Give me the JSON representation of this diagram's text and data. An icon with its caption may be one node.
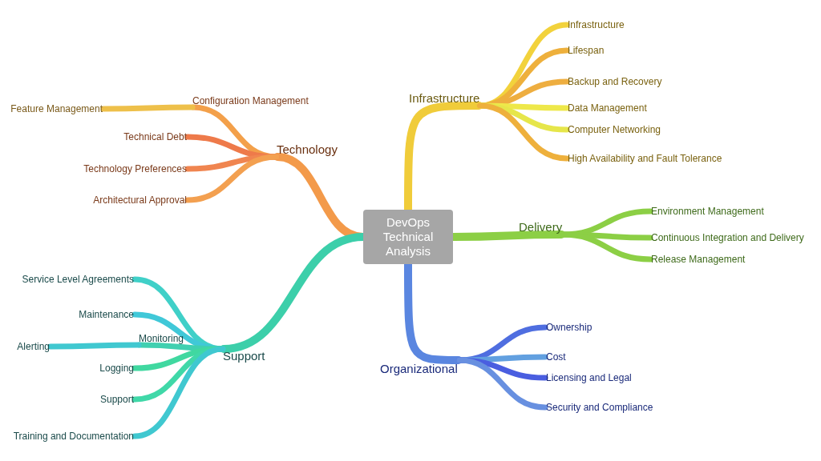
{
  "diagram": {
    "nodes": [
      {
        "text": [
          "DevOps Technical Analysis"
        ]
      },
      {
        "text": [
          "Infrastructure"
        ]
      },
      {
        "text": [
          "Infrastructure"
        ]
      },
      {
        "text": [
          "Lifespan"
        ]
      },
      {
        "text": [
          "Backup and Recovery"
        ]
      },
      {
        "text": [
          "Data Management"
        ]
      },
      {
        "text": [
          "Computer Networking"
        ]
      },
      {
        "text": [
          "High Availability and Fault Tolerance"
        ]
      },
      {
        "text": [
          "Delivery"
        ]
      },
      {
        "text": [
          "Environment Management"
        ]
      },
      {
        "text": [
          "Continuous Integration and Delivery"
        ]
      },
      {
        "text": [
          "Release Management"
        ]
      },
      {
        "text": [
          "Organizational"
        ]
      },
      {
        "text": [
          "Ownership"
        ]
      },
      {
        "text": [
          "Cost"
        ]
      },
      {
        "text": [
          "Licensing and Legal"
        ]
      },
      {
        "text": [
          "Security and Compliance"
        ]
      },
      {
        "text": [
          "Technology"
        ]
      },
      {
        "text": [
          "Configuration Management"
        ]
      },
      {
        "text": [
          "Feature Management"
        ]
      },
      {
        "text": [
          "Technical Debt"
        ]
      },
      {
        "text": [
          "Technology Preferences"
        ]
      },
      {
        "text": [
          "Architectural Approval"
        ]
      },
      {
        "text": [
          "Support"
        ]
      },
      {
        "text": [
          "Service Level Agreements"
        ]
      },
      {
        "text": [
          "Maintenance"
        ]
      },
      {
        "text": [
          "Monitoring"
        ]
      },
      {
        "text": [
          "Alerting"
        ]
      },
      {
        "text": [
          "Logging"
        ]
      },
      {
        "text": [
          "Support"
        ]
      },
      {
        "text": [
          "Training and Documentation"
        ]
      }
    ],
    "edges": [
      {
        "from": 0,
        "to": 1,
        "arrow": "none",
        "color": "#f0cc3a"
      },
      {
        "from": 1,
        "to": 2,
        "arrow": "none",
        "color": "#f2d23c"
      },
      {
        "from": 1,
        "to": 3,
        "arrow": "none",
        "color": "#eeb03c"
      },
      {
        "from": 1,
        "to": 4,
        "arrow": "none",
        "color": "#eeae40"
      },
      {
        "from": 1,
        "to": 5,
        "arrow": "none",
        "color": "#eee84a"
      },
      {
        "from": 1,
        "to": 6,
        "arrow": "none",
        "color": "#e6e64a"
      },
      {
        "from": 1,
        "to": 7,
        "arrow": "none",
        "color": "#eeb03c"
      },
      {
        "from": 0,
        "to": 8,
        "arrow": "none",
        "color": "#8ccf45"
      },
      {
        "from": 8,
        "to": 9,
        "arrow": "none",
        "color": "#8ccf45"
      },
      {
        "from": 8,
        "to": 10,
        "arrow": "none",
        "color": "#8ccf45"
      },
      {
        "from": 8,
        "to": 11,
        "arrow": "none",
        "color": "#8ccf45"
      },
      {
        "from": 0,
        "to": 12,
        "arrow": "none",
        "color": "#5a86e0"
      },
      {
        "from": 12,
        "to": 13,
        "arrow": "none",
        "color": "#4f6ee0"
      },
      {
        "from": 12,
        "to": 14,
        "arrow": "none",
        "color": "#62a0e0"
      },
      {
        "from": 12,
        "to": 15,
        "arrow": "none",
        "color": "#4a5ee0"
      },
      {
        "from": 12,
        "to": 16,
        "arrow": "none",
        "color": "#6890e0"
      },
      {
        "from": 0,
        "to": 17,
        "arrow": "none",
        "color": "#f39a4a"
      },
      {
        "from": 17,
        "to": 18,
        "arrow": "none",
        "color": "#f3a04a"
      },
      {
        "from": 18,
        "to": 19,
        "arrow": "none",
        "color": "#eec04a"
      },
      {
        "from": 17,
        "to": 20,
        "arrow": "none",
        "color": "#ee7a4a"
      },
      {
        "from": 17,
        "to": 21,
        "arrow": "none",
        "color": "#f08550"
      },
      {
        "from": 17,
        "to": 22,
        "arrow": "none",
        "color": "#f3a050"
      },
      {
        "from": 0,
        "to": 23,
        "arrow": "none",
        "color": "#3ccfaa"
      },
      {
        "from": 23,
        "to": 24,
        "arrow": "none",
        "color": "#40d0c8"
      },
      {
        "from": 23,
        "to": 25,
        "arrow": "none",
        "color": "#40c8d8"
      },
      {
        "from": 23,
        "to": 26,
        "arrow": "none",
        "color": "#40d0b0"
      },
      {
        "from": 26,
        "to": 27,
        "arrow": "none",
        "color": "#40c8d0"
      },
      {
        "from": 23,
        "to": 28,
        "arrow": "none",
        "color": "#40d8a0"
      },
      {
        "from": 23,
        "to": 29,
        "arrow": "none",
        "color": "#40d8a8"
      },
      {
        "from": 23,
        "to": 30,
        "arrow": "none",
        "color": "#40c8d0"
      }
    ]
  }
}
